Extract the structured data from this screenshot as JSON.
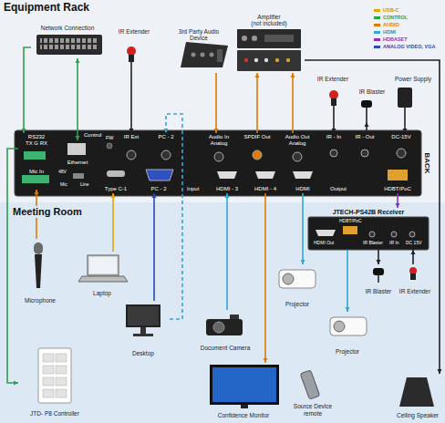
{
  "diagram": {
    "title": "Equipment Rack",
    "nodes": [
      {
        "text": [
          "BACK"
        ]
      },
      {
        "text": [
          "RS232",
          "TX G RX"
        ],
        "in": 0
      },
      {
        "text": [
          "Ethernet"
        ],
        "in": 0
      },
      {
        "text": [
          "Mic In"
        ],
        "in": 0
      },
      {
        "text": [
          "Type C-1"
        ],
        "in": 0
      },
      {
        "text": [
          "IR Ext"
        ],
        "in": 0
      },
      {
        "text": [
          "PC - 2"
        ],
        "in": 0
      },
      {
        "text": [
          "PC - 2"
        ],
        "in": 0
      },
      {
        "text": [
          "Audio In Analog"
        ],
        "in": 0
      },
      {
        "text": [
          "HDMI - 3"
        ],
        "in": 0
      },
      {
        "text": [
          "SPDIF Out"
        ],
        "in": 0
      },
      {
        "text": [
          "HDMI - 4"
        ],
        "in": 0
      },
      {
        "text": [
          "Audio Out Analog"
        ],
        "in": 0
      },
      {
        "text": [
          "HDMI"
        ],
        "in": 0
      },
      {
        "text": [
          "IR - In"
        ],
        "in": 0
      },
      {
        "text": [
          "IR - Out"
        ],
        "in": 0
      },
      {
        "text": [
          "DC-15V"
        ],
        "in": 0
      },
      {
        "text": [
          "HDBT/PoC"
        ],
        "in": 0
      },
      {
        "text": [
          "Network Connection"
        ]
      },
      {
        "text": [
          "IR Extender"
        ]
      },
      {
        "text": [
          "3rd Party Audio Device"
        ]
      },
      {
        "text": [
          "Amplifier",
          "(not included)"
        ]
      },
      {
        "text": [
          "IR Extender"
        ]
      },
      {
        "text": [
          "IR Blaster"
        ]
      },
      {
        "text": [
          "Power Supply"
        ]
      },
      {
        "text": [
          "Microphone"
        ]
      },
      {
        "text": [
          "Laptop"
        ]
      },
      {
        "text": [
          "Desktop"
        ]
      },
      {
        "text": [
          "Document Camera"
        ]
      },
      {
        "text": [
          "Confidence Monitor"
        ]
      },
      {
        "text": [
          "JTECH-PS42B Receiver"
        ]
      },
      {
        "text": [
          "Projector"
        ]
      },
      {
        "text": [
          "Projector"
        ]
      },
      {
        "text": [
          "IR Blaster"
        ]
      },
      {
        "text": [
          "IR Extender"
        ]
      },
      {
        "text": [
          "Source Device remote"
        ]
      },
      {
        "text": [
          "Ceiling Speaker"
        ]
      },
      {
        "text": [
          "JTD- P8 Controller"
        ]
      }
    ],
    "edges": [
      {
        "from": 18,
        "to": 1,
        "arrow": "to"
      },
      {
        "from": 18,
        "to": 2,
        "arrow": "both"
      },
      {
        "from": 19,
        "to": 5,
        "arrow": "to"
      },
      {
        "from": 20,
        "to": 8,
        "arrow": "to"
      },
      {
        "from": 10,
        "to": 21,
        "arrow": "to"
      },
      {
        "from": 12,
        "to": 21,
        "arrow": "to"
      },
      {
        "from": 22,
        "to": 14,
        "arrow": "to"
      },
      {
        "from": 15,
        "to": 23,
        "arrow": "to"
      },
      {
        "from": 24,
        "to": 16,
        "arrow": "to"
      },
      {
        "from": 25,
        "to": 3,
        "arrow": "to"
      },
      {
        "from": 26,
        "to": 4,
        "arrow": "to"
      },
      {
        "from": 27,
        "to": 7,
        "arrow": "to"
      },
      {
        "from": 27,
        "to": 6,
        "arrow": "to"
      },
      {
        "from": 28,
        "to": 9,
        "arrow": "to"
      },
      {
        "from": 11,
        "to": 29,
        "arrow": "to"
      },
      {
        "from": 13,
        "to": 31,
        "arrow": "to"
      },
      {
        "from": 17,
        "to": 30,
        "arrow": "to"
      },
      {
        "from": 30,
        "to": 32,
        "arrow": "to"
      },
      {
        "from": 30,
        "to": 33,
        "arrow": "to"
      },
      {
        "from": 34,
        "to": 30,
        "arrow": "to"
      },
      {
        "from": 21,
        "to": 36,
        "arrow": "to"
      },
      {
        "from": 1,
        "to": 37,
        "arrow": "to"
      }
    ],
    "labels": [
      "Control",
      "FW",
      "48V",
      "Mic",
      "Line",
      "Input",
      "Output",
      "Meeting Room",
      "HDBT/PoC",
      "HDMI Out",
      "IR Blaster",
      "IR In",
      "DC 15V"
    ],
    "legend": [
      {
        "text": "USB-C",
        "color": "#e0a800"
      },
      {
        "text": "CONTROL",
        "color": "#2e9e4f"
      },
      {
        "text": "AUDIO",
        "color": "#e07b00"
      },
      {
        "text": "HDMI",
        "color": "#2fa8d8"
      },
      {
        "text": "HDBASET",
        "color": "#8e2fc4"
      },
      {
        "text": "ANALOG VIDEO, VGA",
        "color": "#2a49b8"
      }
    ]
  }
}
